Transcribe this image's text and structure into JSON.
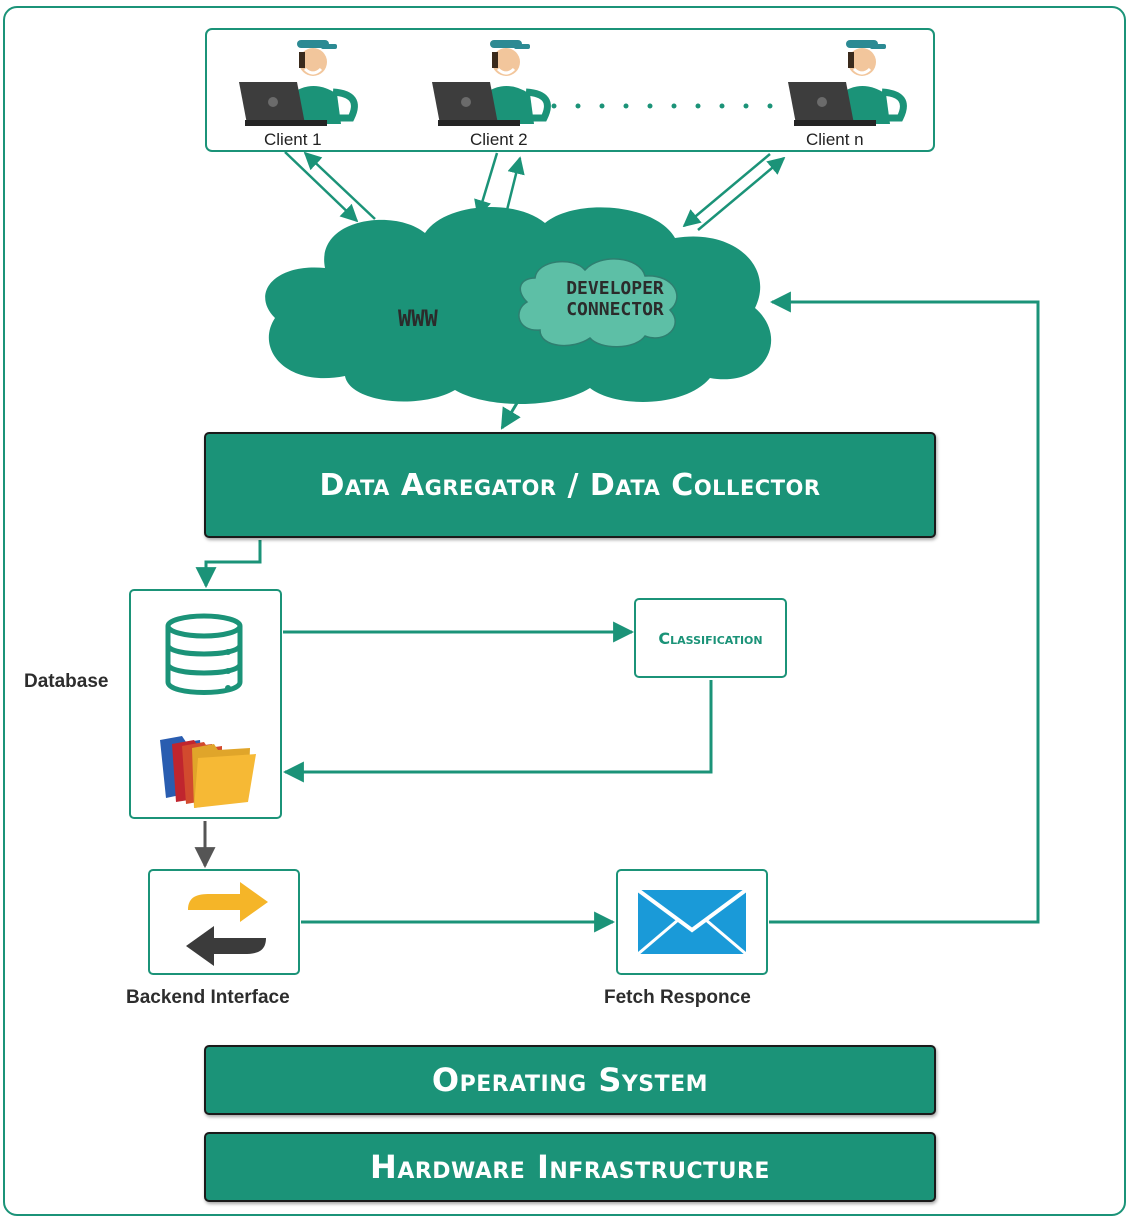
{
  "clients": [
    {
      "label": "Client 1"
    },
    {
      "label": "Client 2"
    },
    {
      "label": "Client n"
    }
  ],
  "cloud": {
    "www_label": "WWW",
    "developer_connector_line1": "DEVELOPER",
    "developer_connector_line2": "CONNECTOR"
  },
  "layers": {
    "data_aggregator": "Data Agregator / Data Collector",
    "operating_system": "Operating System",
    "hardware_infrastructure": "Hardware Infrastructure"
  },
  "components": {
    "database_label": "Database",
    "classification_label": "Classification",
    "backend_interface_label": "Backend Interface",
    "fetch_response_label": "Fetch Responce"
  },
  "icons": {
    "client": "developer-laptop-icon",
    "database": "database-icon",
    "folders": "folders-icon",
    "backend": "swap-arrows-icon",
    "fetch": "envelope-icon"
  },
  "colors": {
    "accent": "#1b9378",
    "cloud_fill": "#1b9378",
    "inner_cloud_fill": "#5dbfa6",
    "text_dark": "#2d2d2d",
    "exchange_arrow_yellow": "#f5b528",
    "exchange_arrow_dark": "#3b3b3b",
    "envelope_blue": "#1a9ad8"
  }
}
